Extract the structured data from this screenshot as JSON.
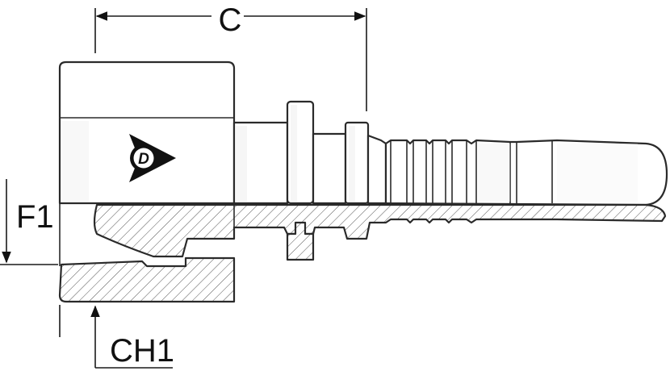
{
  "labels": {
    "c": "C",
    "f1": "F1",
    "ch1": "CH1"
  },
  "logo": {
    "letter": "D",
    "icon": "dunlop-logo-icon"
  },
  "colors": {
    "outline": "#2a2a2a",
    "background": "#ffffff"
  }
}
